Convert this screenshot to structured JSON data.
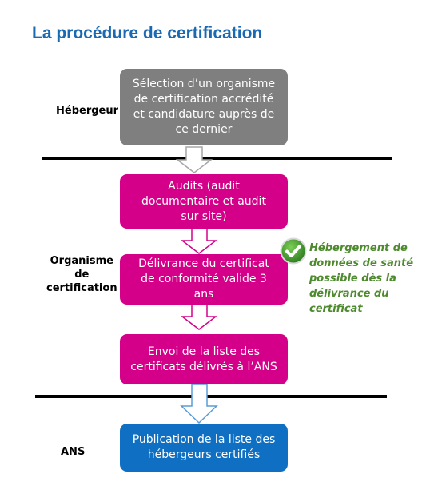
{
  "title": "La procédure de certification",
  "rows": {
    "hebergeur": "Hébergeur",
    "organisme": "Organisme\nde\ncertification",
    "ans": "ANS"
  },
  "steps": {
    "selection": "Sélection d’un organisme\nde certification accrédité\net candidature auprès de\nce dernier",
    "audits": "Audits (audit\ndocumentaire et audit\nsur site)",
    "delivrance": "Délivrance du certificat\nde conformité valide 3\nans",
    "envoi": "Envoi de la liste des\ncertificats délivrés à l’ANS",
    "publication": "Publication de la liste des\nhébergeurs certifiés"
  },
  "note": "Hébergement de\ndonnées de santé\npossible dès la\ndélivrance du\ncertificat",
  "icons": {
    "check": "check-circle-icon"
  },
  "colors": {
    "title": "#1a6ab3",
    "hebergeur_box": "#7f7f7f",
    "organisme_box": "#d4008a",
    "ans_box": "#0f6fc2",
    "note_text": "#4e8a2e",
    "check_fill": "#3e8f2f"
  }
}
